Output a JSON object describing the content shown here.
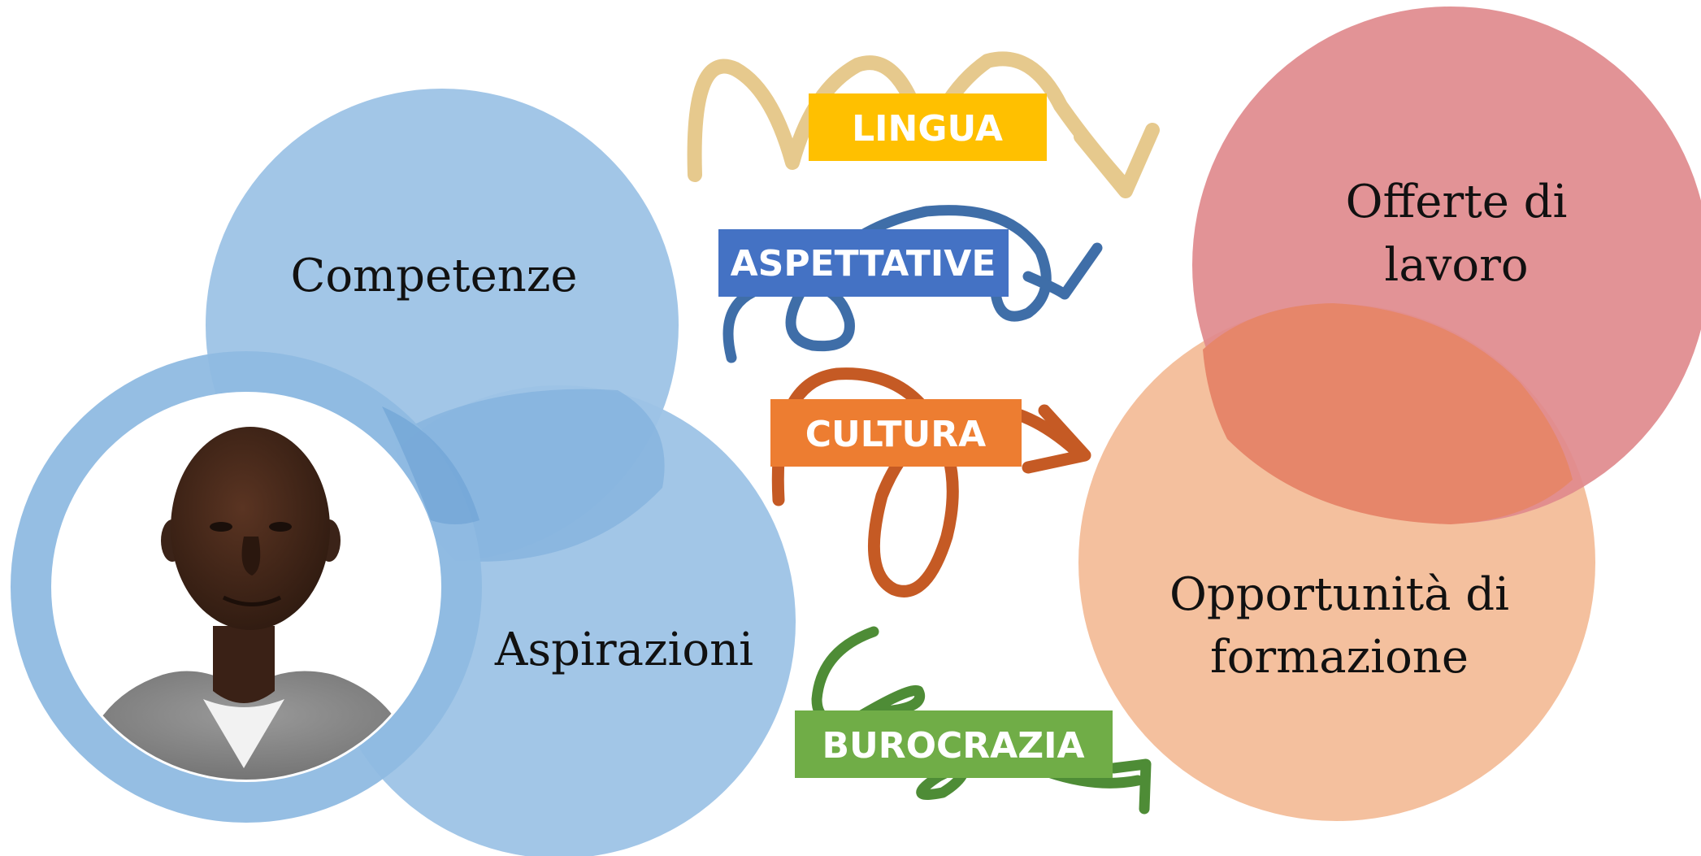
{
  "colors": {
    "blue_circle": "#9dc3e6",
    "blue_ring": "#8fbbe2",
    "blue_overlap": "#6fa4d6",
    "red_circle": "#e08a8d",
    "orange_circle": "#f4c09e",
    "overlap_red_orange": "#e6866a",
    "lingua": "#ffc000",
    "aspettative": "#4472c4",
    "cultura": "#ed7d31",
    "burocrazia": "#70ad47",
    "squiggle_lingua": "#e6c98d",
    "squiggle_aspettative": "#3f6ea8",
    "squiggle_cultura": "#c55a24",
    "squiggle_burocrazia": "#4e8c36"
  },
  "left": {
    "competenze": "Competenze",
    "aspirazioni": "Aspirazioni",
    "person": "portrait-photo"
  },
  "barriers": {
    "lingua": "LINGUA",
    "aspettative": "ASPETTATIVE",
    "cultura": "CULTURA",
    "burocrazia": "BUROCRAZIA"
  },
  "right": {
    "offerte_line1": "Offerte di",
    "offerte_line2": "lavoro",
    "opportunita_line1": "Opportunità di",
    "opportunita_line2": "formazione"
  }
}
